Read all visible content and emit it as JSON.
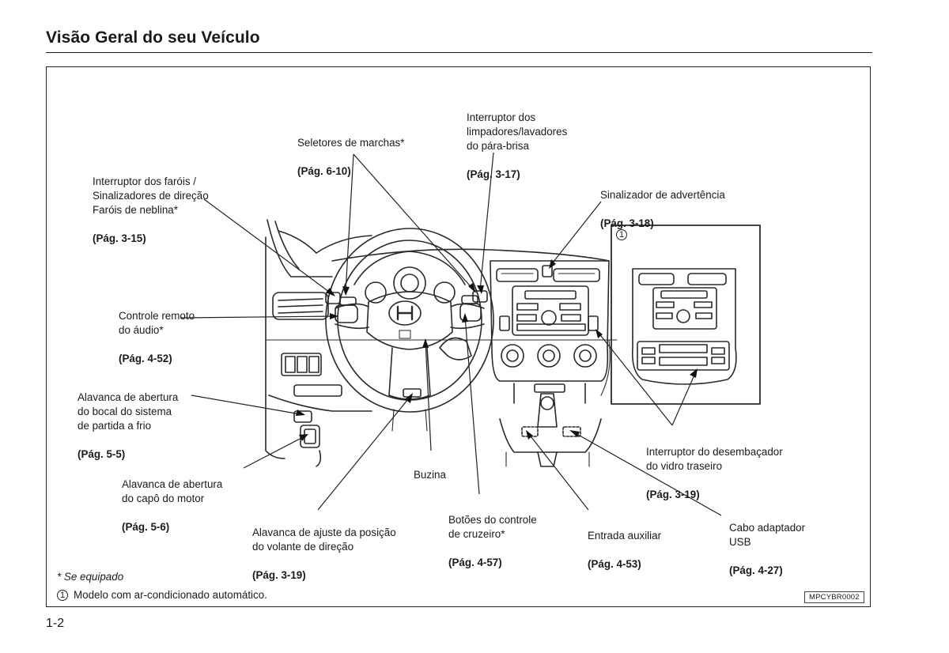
{
  "header": {
    "title": "Visão Geral do seu Veículo"
  },
  "callouts": {
    "seletores": {
      "text": "Seletores de marchas*",
      "ref": "(Pág. 6-10)"
    },
    "interruptor_limpadores": {
      "text": "Interruptor dos\nlimpadores/lavadores\ndo pára-brisa",
      "ref": "(Pág. 3-17)"
    },
    "interruptor_farois": {
      "text": "Interruptor dos faróis /\nSinalizadores de direção\nFaróis de neblina*",
      "ref": "(Pág. 3-15)"
    },
    "sinalizador": {
      "text": "Sinalizador de advertência",
      "ref": "(Pág. 3-18)"
    },
    "controle_audio": {
      "text": "Controle remoto\ndo áudio*",
      "ref": "(Pág. 4-52)"
    },
    "alavanca_bocal": {
      "text": "Alavanca de abertura\ndo bocal do sistema\nde partida a frio",
      "ref": "(Pág. 5-5)"
    },
    "alavanca_capo": {
      "text": "Alavanca de abertura\ndo capô do motor",
      "ref": "(Pág. 5-6)"
    },
    "buzina": {
      "text": "Buzina"
    },
    "alavanca_volante": {
      "text": "Alavanca de ajuste da posição\ndo volante de direção",
      "ref": "(Pág. 3-19)"
    },
    "botoes_cruzeiro": {
      "text": "Botões do controle\nde cruzeiro*",
      "ref": "(Pág. 4-57)"
    },
    "entrada_auxiliar": {
      "text": "Entrada auxiliar",
      "ref": "(Pág. 4-53)"
    },
    "cabo_usb": {
      "text": "Cabo adaptador\nUSB",
      "ref": "(Pág. 4-27)"
    },
    "desembacador": {
      "text": "Interruptor do desembaçador\ndo vidro traseiro",
      "ref": "(Pág. 3-19)"
    }
  },
  "inset": {
    "marker": "1"
  },
  "footer": {
    "footnote": "* Se equipado",
    "note_marker": "1",
    "note_text": "Modelo com ar-condicionado automático.",
    "image_code": "MPCYBR0002",
    "page_number": "1-2"
  }
}
